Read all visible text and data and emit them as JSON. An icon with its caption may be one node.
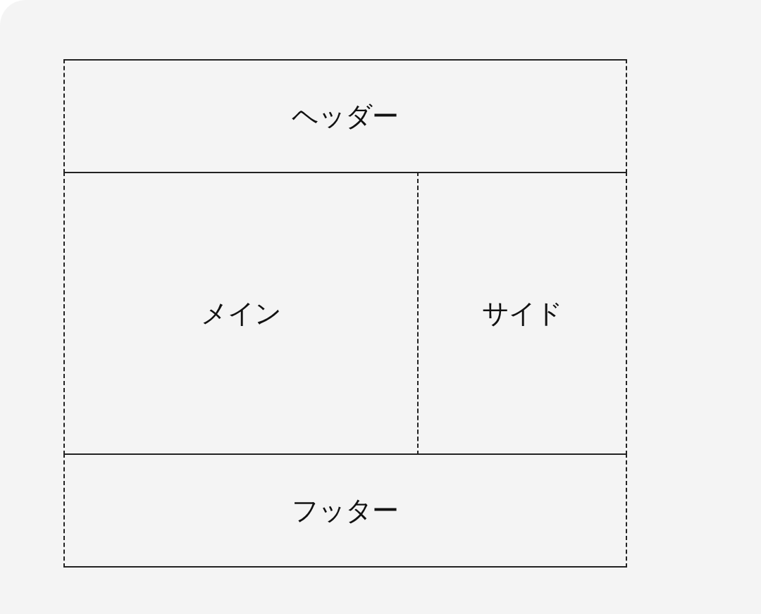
{
  "diagram": {
    "nodes": [
      {
        "text": [
          "ヘッダー"
        ]
      },
      {
        "text": [
          "メイン"
        ]
      },
      {
        "text": [
          "サイド"
        ]
      },
      {
        "text": [
          "フッター"
        ]
      }
    ]
  }
}
